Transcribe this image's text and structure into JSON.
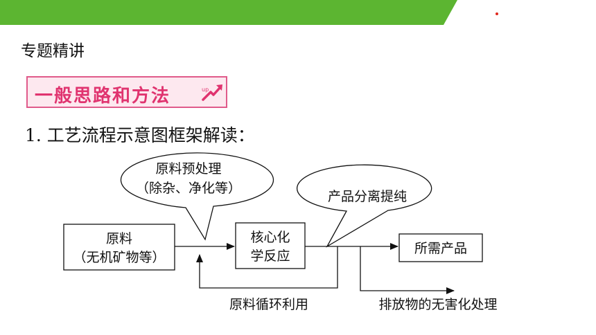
{
  "header": {
    "section_title": "专题精讲",
    "method_label": "一般思路和方法",
    "step_title": "1. 工艺流程示意图框架解读："
  },
  "diagram": {
    "raw_material_line1": "原料",
    "raw_material_line2": "（无机矿物等）",
    "pretreatment_line1": "原料预处理",
    "pretreatment_line2": "（除杂、净化等）",
    "core_reaction_line1": "核心化",
    "core_reaction_line2": "学反应",
    "separation": "产品分离提纯",
    "product": "所需产品",
    "recycle": "原料循环利用",
    "emission": "排放物的无害化处理"
  },
  "colors": {
    "band_green": "#5cb531",
    "accent_pink": "#e0336f",
    "box_fill": "#fde8ef",
    "dot_red": "#e0261c"
  },
  "icons": [
    "up-arrow-icon"
  ]
}
